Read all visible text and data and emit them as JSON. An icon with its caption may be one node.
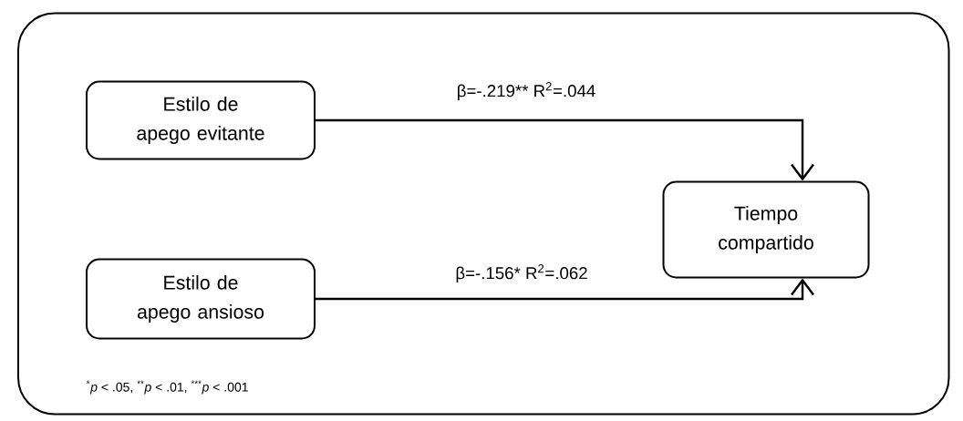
{
  "diagram": {
    "nodes": [
      {
        "text": [],
        "shape": "box"
      },
      {
        "text": [
          "Estilo de apego evitante"
        ],
        "in": 0
      },
      {
        "text": [
          "Estilo de apego ansioso"
        ],
        "in": 0
      },
      {
        "text": [
          "Tiempo compartido"
        ],
        "in": 0
      }
    ],
    "edges": [
      {
        "from": 1,
        "to": 3,
        "arrow": "to",
        "label": "β=-.219**   R$^{2}$=.044"
      },
      {
        "from": 2,
        "to": 3,
        "arrow": "to",
        "label": "β=-.156*   R$^{2}$=.062"
      }
    ],
    "labels": [
      "$^{*}$*p* < .05, $^{**}$*p* < .01, $^{***}$*p* < .001"
    ]
  }
}
